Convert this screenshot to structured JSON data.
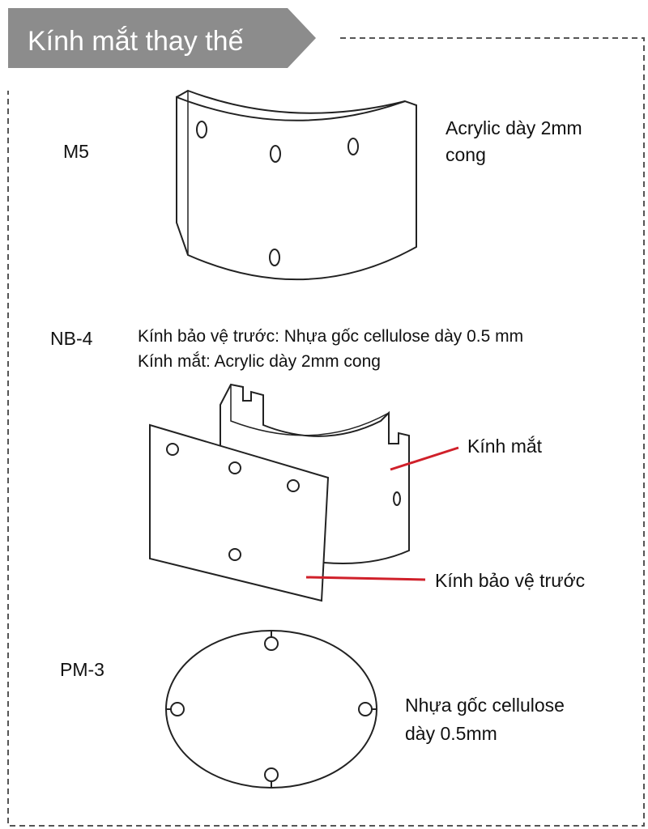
{
  "header": {
    "title": "Kính mắt thay thế"
  },
  "items": [
    {
      "model": "M5",
      "description": [
        "Acrylic dày 2mm",
        "cong"
      ]
    },
    {
      "model": "NB-4",
      "description": [
        "Kính bảo vệ trước: Nhựa gốc cellulose dày 0.5 mm",
        "Kính mắt: Acrylic dày 2mm cong"
      ],
      "callouts": [
        "Kính mắt",
        "Kính bảo vệ trước"
      ]
    },
    {
      "model": "PM-3",
      "description": [
        "Nhựa gốc cellulose",
        "dày 0.5mm"
      ]
    }
  ],
  "colors": {
    "banner": "#8c8c8c",
    "callout_line": "#d0202a",
    "border": "#555555"
  }
}
